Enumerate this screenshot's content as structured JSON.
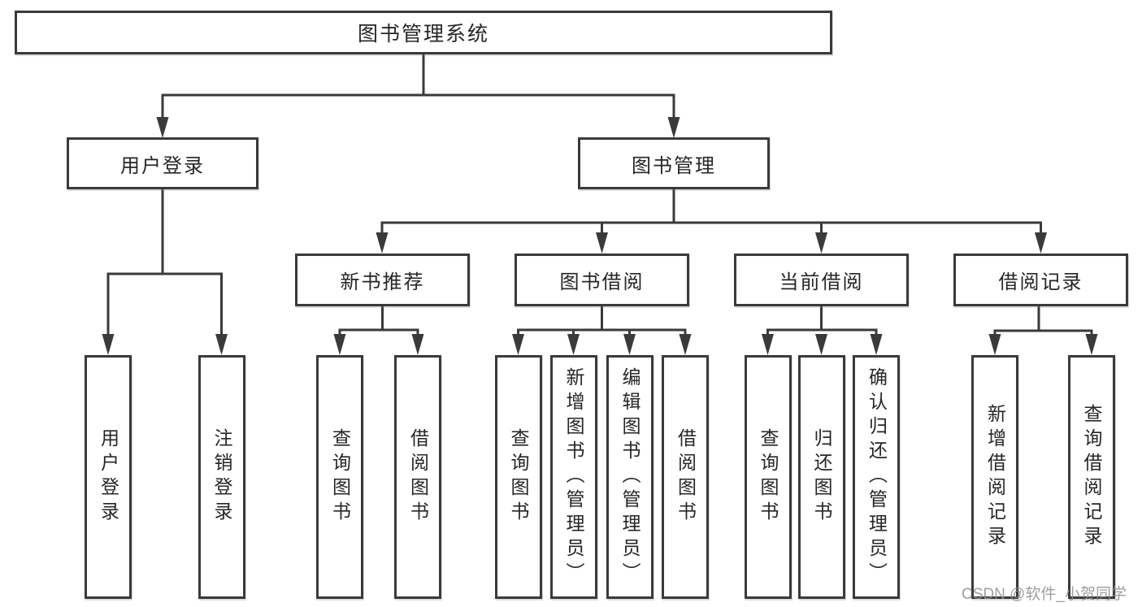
{
  "diagram_title": "图书管理系统",
  "colors": {
    "background": "#ffffff",
    "line": "#3a3a3a",
    "box_border": "#3a3a3a",
    "text": "#262626",
    "watermark": "#8f8f8f"
  },
  "nodes": {
    "root": {
      "label": "图书管理系统"
    },
    "branches": [
      {
        "label": "用户登录",
        "leaves": [
          {
            "label": "用户登录"
          },
          {
            "label": "注销登录"
          }
        ]
      },
      {
        "label": "图书管理",
        "groups": [
          {
            "label": "新书推荐",
            "leaves": [
              {
                "label": "查询图书"
              },
              {
                "label": "借阅图书"
              }
            ]
          },
          {
            "label": "图书借阅",
            "leaves": [
              {
                "label": "查询图书"
              },
              {
                "label": "新增图书（管理员）"
              },
              {
                "label": "编辑图书（管理员）"
              },
              {
                "label": "借阅图书"
              }
            ]
          },
          {
            "label": "当前借阅",
            "leaves": [
              {
                "label": "查询图书"
              },
              {
                "label": "归还图书"
              },
              {
                "label": "确认归还（管理员）"
              }
            ]
          },
          {
            "label": "借阅记录",
            "leaves": [
              {
                "label": "新增借阅记录"
              },
              {
                "label": "查询借阅记录"
              }
            ]
          }
        ]
      }
    ]
  },
  "watermark": {
    "text": "CSDN @软件_小贺同学"
  }
}
